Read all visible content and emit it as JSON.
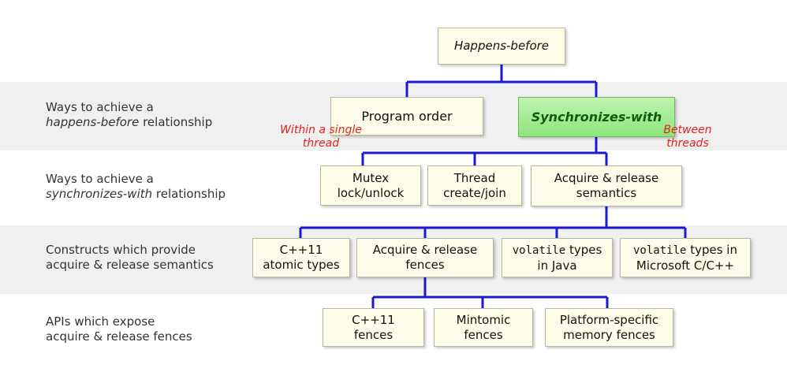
{
  "root": "Happens-before",
  "rows": [
    {
      "label_pre": "Ways to achieve a",
      "label_em": "happens-before",
      "label_post": " relationship"
    },
    {
      "label_pre": "Ways to achieve a",
      "label_em": "synchronizes-with",
      "label_post": " relationship"
    },
    {
      "label_pre": "Constructs which provide",
      "label_line2": "acquire & release semantics"
    },
    {
      "label_pre": "APIs which expose",
      "label_line2": "acquire & release fences"
    }
  ],
  "level1": {
    "program_order": "Program order",
    "synchronizes_with": "Synchronizes-with",
    "note_left": [
      "Within a single",
      "thread"
    ],
    "note_right": [
      "Between",
      "threads"
    ]
  },
  "level2": {
    "mutex": [
      "Mutex",
      "lock/unlock"
    ],
    "thread": [
      "Thread",
      "create/join"
    ],
    "acquire_release": [
      "Acquire & release",
      "semantics"
    ]
  },
  "level3": {
    "cpp11_atomic": [
      "C++11",
      "atomic types"
    ],
    "fences": [
      "Acquire & release",
      "fences"
    ],
    "volatile_java": {
      "code": "volatile",
      "rest": " types",
      "line2": "in Java"
    },
    "volatile_ms": {
      "code": "volatile",
      "rest": " types in",
      "line2": "Microsoft C/C++"
    }
  },
  "level4": {
    "cpp11_fences": [
      "C++11",
      "fences"
    ],
    "mintomic": [
      "Mintomic",
      "fences"
    ],
    "platform": [
      "Platform-specific",
      "memory fences"
    ]
  },
  "colors": {
    "band": "#f0f0f0",
    "connector": "#1a1ad0",
    "note": "#e8201b",
    "box": "#fdfde9",
    "green": "#8ee57a"
  }
}
